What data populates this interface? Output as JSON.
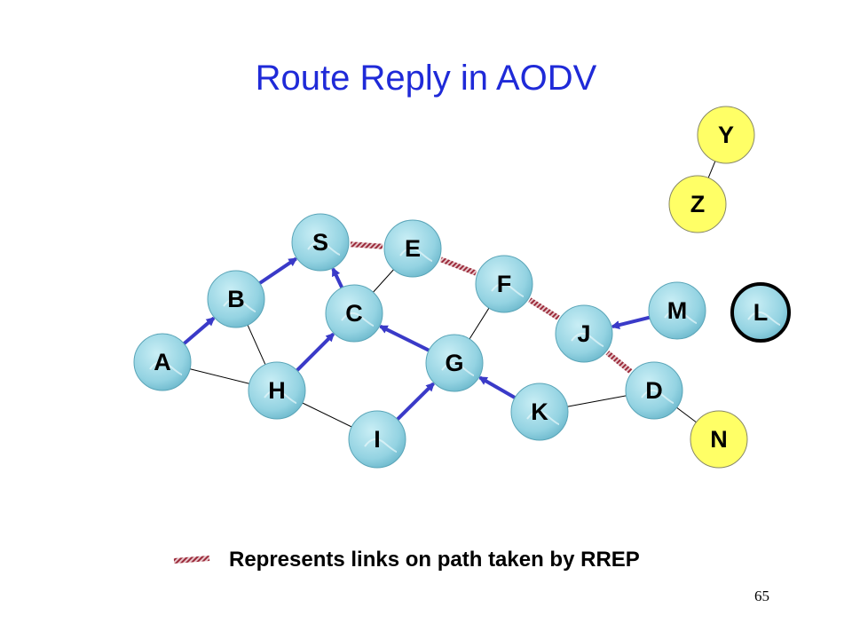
{
  "title": "Route Reply in AODV",
  "legend": {
    "text": "Represents links on path taken by RREP"
  },
  "page_number": "65",
  "colors": {
    "title": "#1f2ad8",
    "arrow": "#3a3ac8",
    "rrep_link": "#a0303c",
    "plain_link": "#000000",
    "node_fill": "#9fd9e6",
    "highlight_fill": "#ffff66"
  },
  "nodes": [
    {
      "id": "S",
      "label": "S"
    },
    {
      "id": "E",
      "label": "E"
    },
    {
      "id": "F",
      "label": "F"
    },
    {
      "id": "B",
      "label": "B"
    },
    {
      "id": "C",
      "label": "C"
    },
    {
      "id": "M",
      "label": "M"
    },
    {
      "id": "L",
      "label": "L"
    },
    {
      "id": "J",
      "label": "J"
    },
    {
      "id": "A",
      "label": "A"
    },
    {
      "id": "G",
      "label": "G"
    },
    {
      "id": "H",
      "label": "H"
    },
    {
      "id": "D",
      "label": "D"
    },
    {
      "id": "K",
      "label": "K"
    },
    {
      "id": "I",
      "label": "I"
    },
    {
      "id": "N",
      "label": "N"
    },
    {
      "id": "Y",
      "label": "Y"
    },
    {
      "id": "Z",
      "label": "Z"
    }
  ],
  "links": [
    {
      "from": "A",
      "to": "H",
      "style": "plain"
    },
    {
      "from": "B",
      "to": "H",
      "style": "plain"
    },
    {
      "from": "H",
      "to": "I",
      "style": "plain"
    },
    {
      "from": "C",
      "to": "E",
      "style": "plain"
    },
    {
      "from": "F",
      "to": "G",
      "style": "plain"
    },
    {
      "from": "K",
      "to": "D",
      "style": "plain"
    },
    {
      "from": "D",
      "to": "N",
      "style": "plain"
    },
    {
      "from": "Y",
      "to": "Z",
      "style": "plain"
    },
    {
      "from": "A",
      "to": "B",
      "style": "arrow"
    },
    {
      "from": "B",
      "to": "S",
      "style": "arrow"
    },
    {
      "from": "C",
      "to": "S",
      "style": "arrow"
    },
    {
      "from": "H",
      "to": "C",
      "style": "arrow"
    },
    {
      "from": "G",
      "to": "C",
      "style": "arrow"
    },
    {
      "from": "I",
      "to": "G",
      "style": "arrow"
    },
    {
      "from": "K",
      "to": "G",
      "style": "arrow"
    },
    {
      "from": "M",
      "to": "J",
      "style": "arrow"
    },
    {
      "from": "E",
      "to": "S",
      "style": "rrep"
    },
    {
      "from": "F",
      "to": "E",
      "style": "rrep"
    },
    {
      "from": "J",
      "to": "F",
      "style": "rrep"
    },
    {
      "from": "D",
      "to": "J",
      "style": "rrep"
    }
  ]
}
